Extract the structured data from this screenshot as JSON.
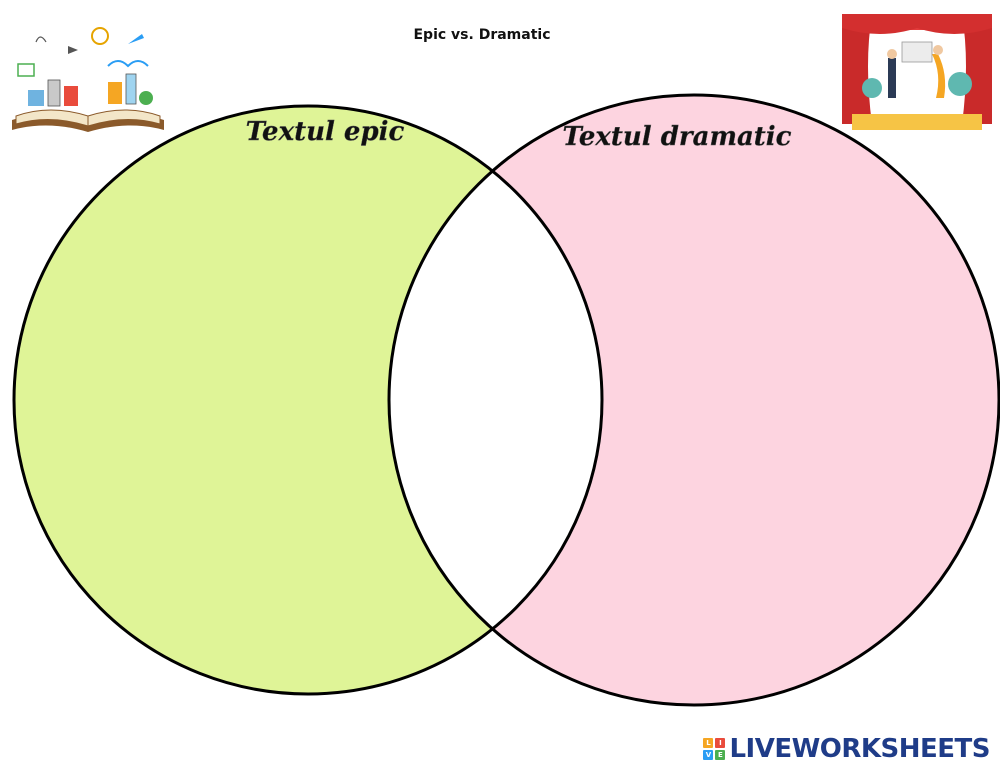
{
  "header": {
    "title": "Epic vs. Dramatic"
  },
  "diagram": {
    "type": "venn",
    "sets": [
      {
        "label": "Textul epic",
        "color": "#dff497"
      },
      {
        "label": "Textul dramatic",
        "color": "#fdd4e0"
      }
    ],
    "overlap_color": "#ffffff",
    "outline_color": "#000000"
  },
  "illustrations": {
    "left": "open-book-icon",
    "right": "theatre-stage-icon"
  },
  "brand": {
    "text": "LIVEWORKSHEETS",
    "mark_letters": [
      "L",
      "I",
      "V",
      "E"
    ],
    "mark_colors": [
      "#f5a623",
      "#e94b3c",
      "#2a9df4",
      "#4caf50"
    ],
    "text_color": "#1f3c88"
  }
}
